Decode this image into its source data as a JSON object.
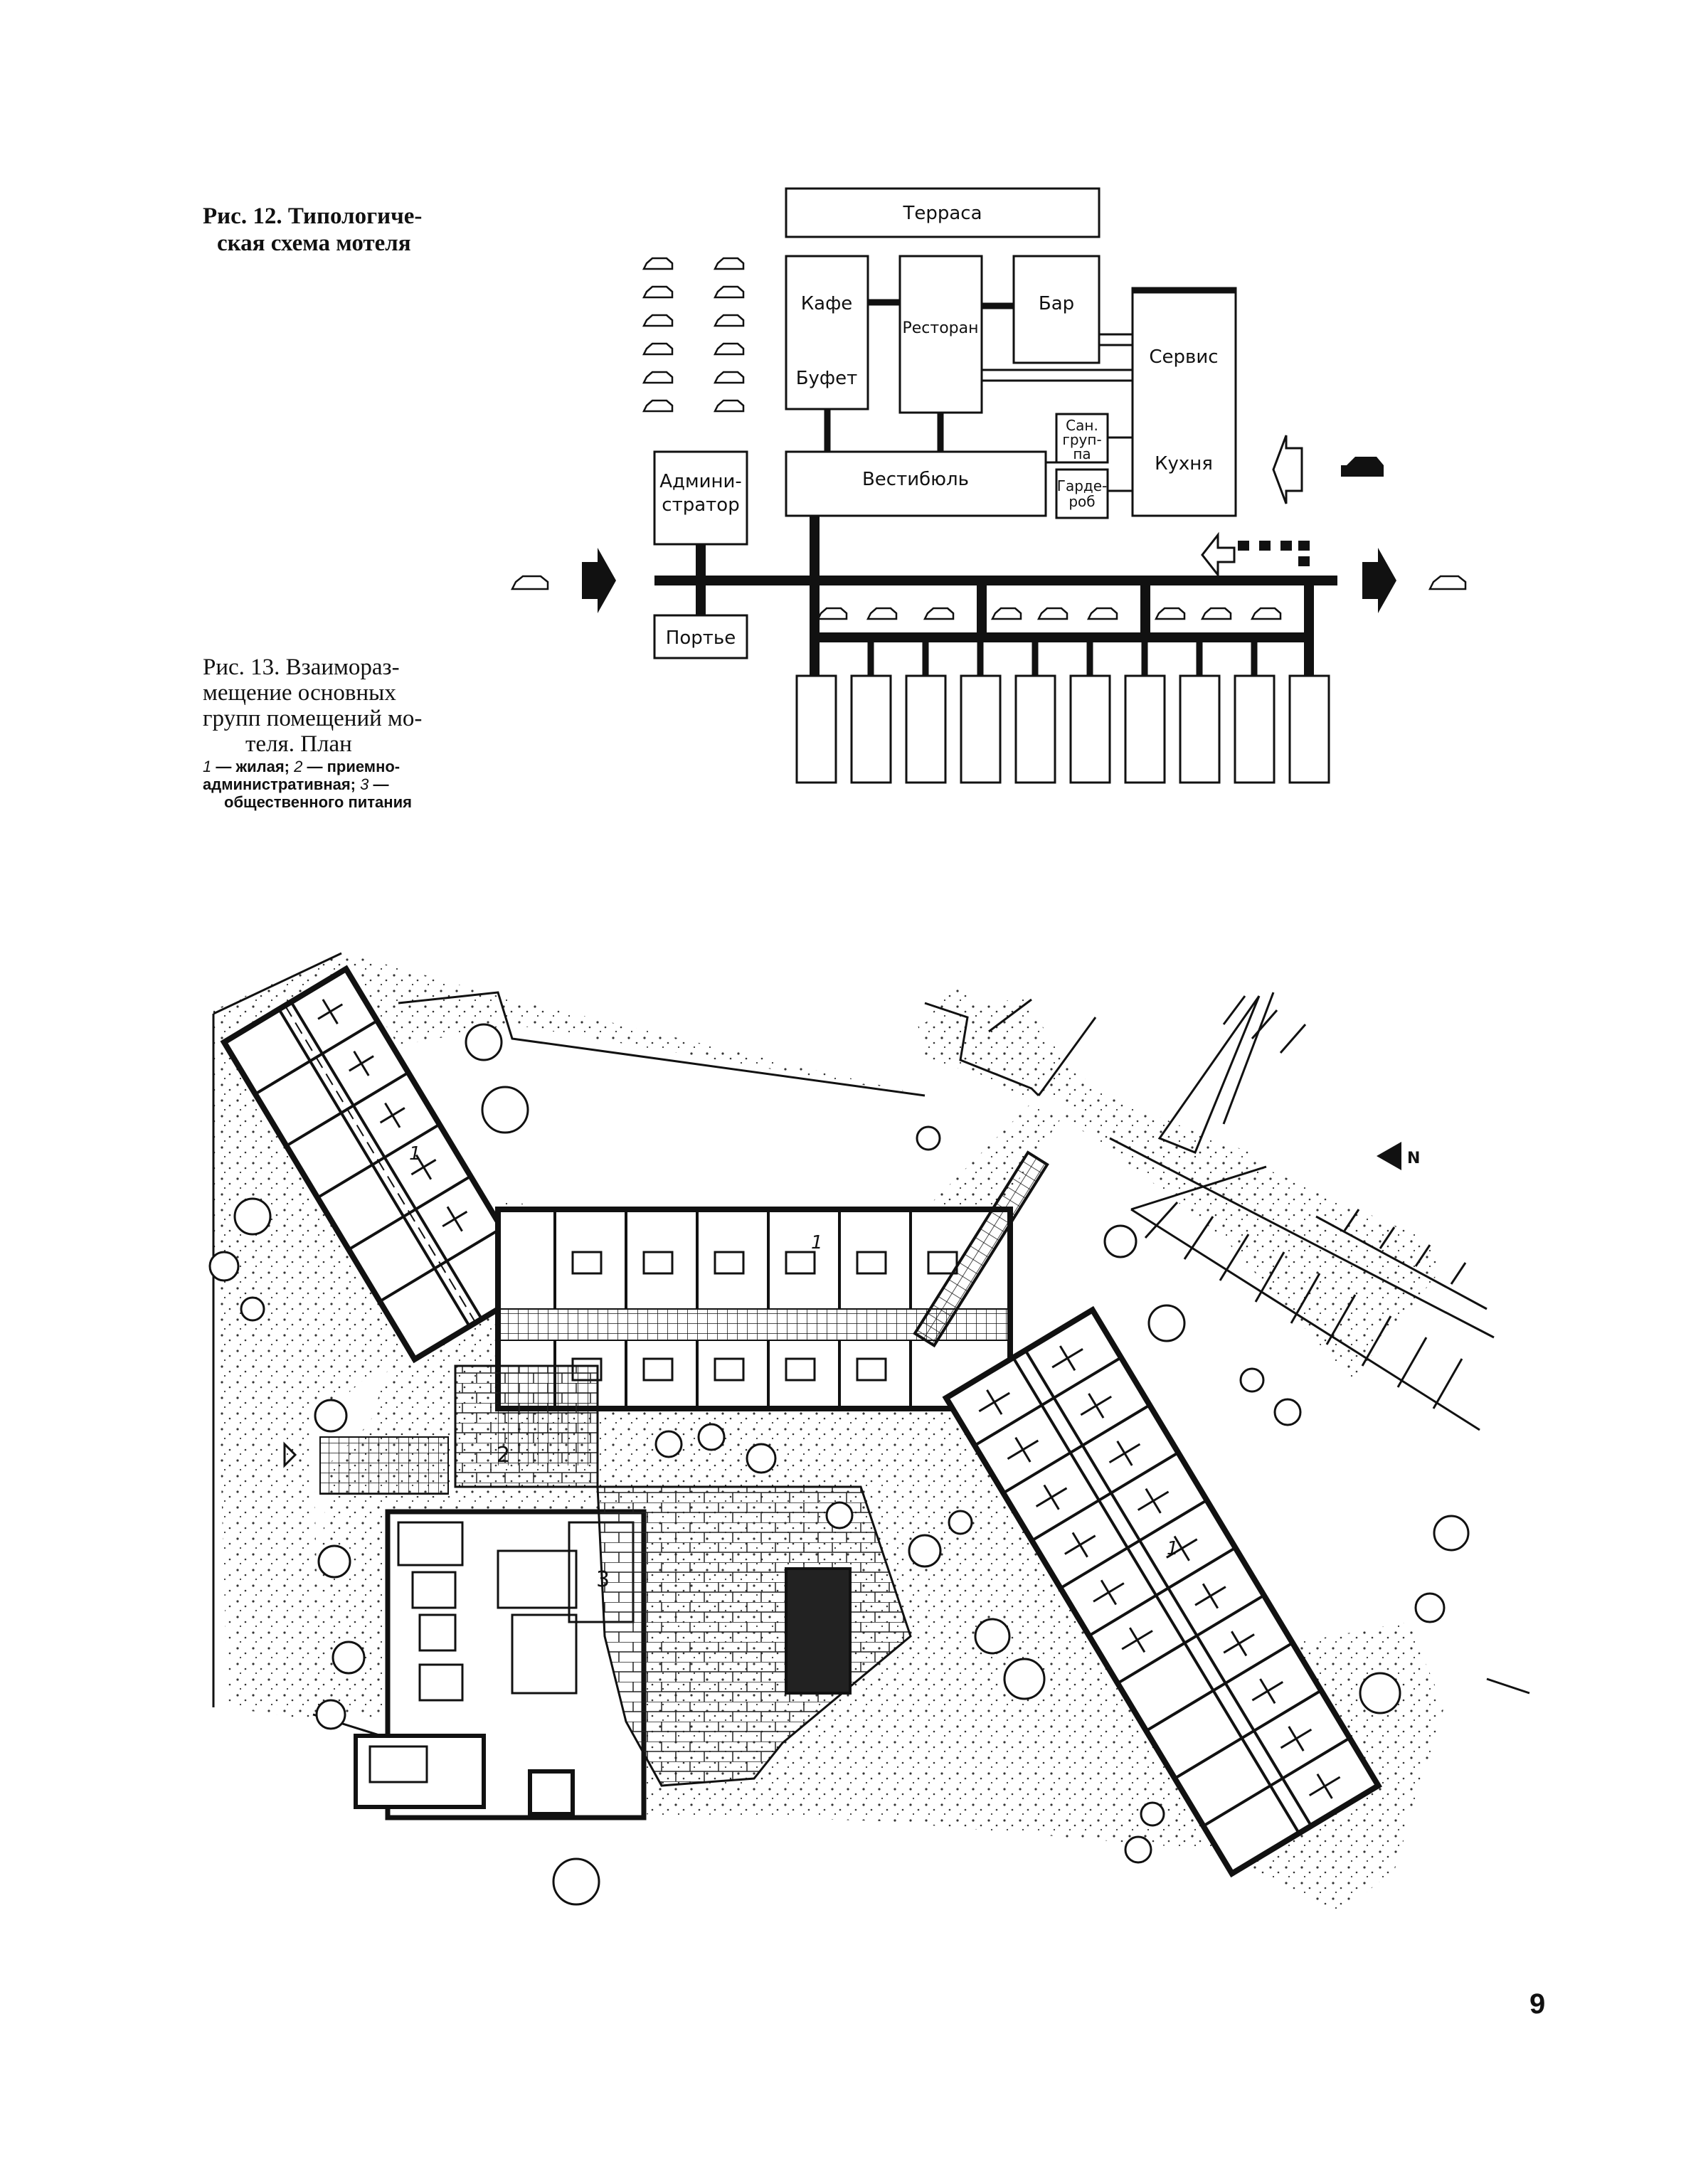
{
  "fig12_caption": [
    "Рис. 12. Типологиче-",
    "ская схема мотеля"
  ],
  "fig13_caption": [
    "Рис. 13. Взаимораз-",
    "мещение основных",
    "групп помещений мо-",
    "теля. План"
  ],
  "fig13_legend": {
    "line1_num": "1",
    "line1_text": "— жилая;",
    "line2_num": "2",
    "line2_text": "— приемно-",
    "line3": "административная;",
    "line3_num": "3",
    "line3_text": "—",
    "line4": "общественного питания"
  },
  "schema": {
    "terrace": "Терраса",
    "cafe": "Кафе",
    "buffet": "Буфет",
    "restaurant": "Ресторан",
    "bar": "Бар",
    "service": "Сервис",
    "kitchen": "Кухня",
    "san_group": [
      "Сан.",
      "груп-",
      "па"
    ],
    "garderob": [
      "Гарде-",
      "роб"
    ],
    "vestibule": "Вестибюль",
    "administrator": [
      "Админи-",
      "стратор"
    ],
    "porter": "Портье"
  },
  "plan_labels": {
    "zone_1a": "1",
    "zone_1b": "1",
    "zone_1c": "1",
    "zone_2": "2",
    "zone_3": "3",
    "north": "N"
  },
  "page_number": "9"
}
